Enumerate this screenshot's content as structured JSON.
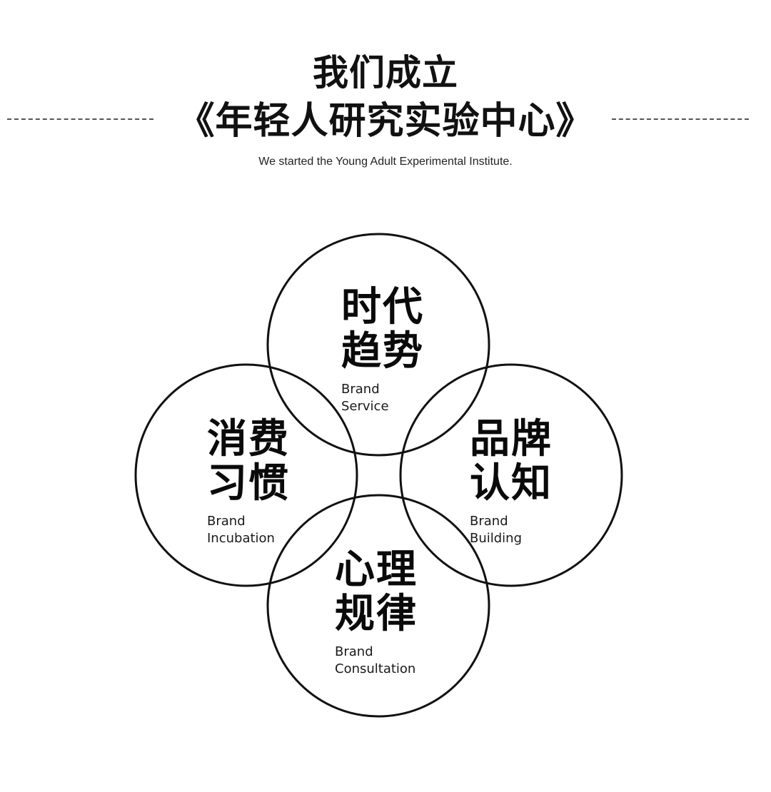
{
  "header": {
    "title_line1": "我们成立",
    "title_line2": "《年轻人研究实验中心》",
    "subtitle": "We started the Young Adult Experimental Institute."
  },
  "diagram": {
    "type": "four-circle-venn",
    "stroke_color": "#111111",
    "circles": [
      {
        "id": "top",
        "cn_line1": "时代",
        "cn_line2": "趋势",
        "en_line1": "Brand",
        "en_line2": "Service"
      },
      {
        "id": "left",
        "cn_line1": "消费",
        "cn_line2": "习惯",
        "en_line1": "Brand",
        "en_line2": "Incubation"
      },
      {
        "id": "right",
        "cn_line1": "品牌",
        "cn_line2": "认知",
        "en_line1": "Brand",
        "en_line2": "Building"
      },
      {
        "id": "bottom",
        "cn_line1": "心理",
        "cn_line2": "规律",
        "en_line1": "Brand",
        "en_line2": "Consultation"
      }
    ]
  }
}
